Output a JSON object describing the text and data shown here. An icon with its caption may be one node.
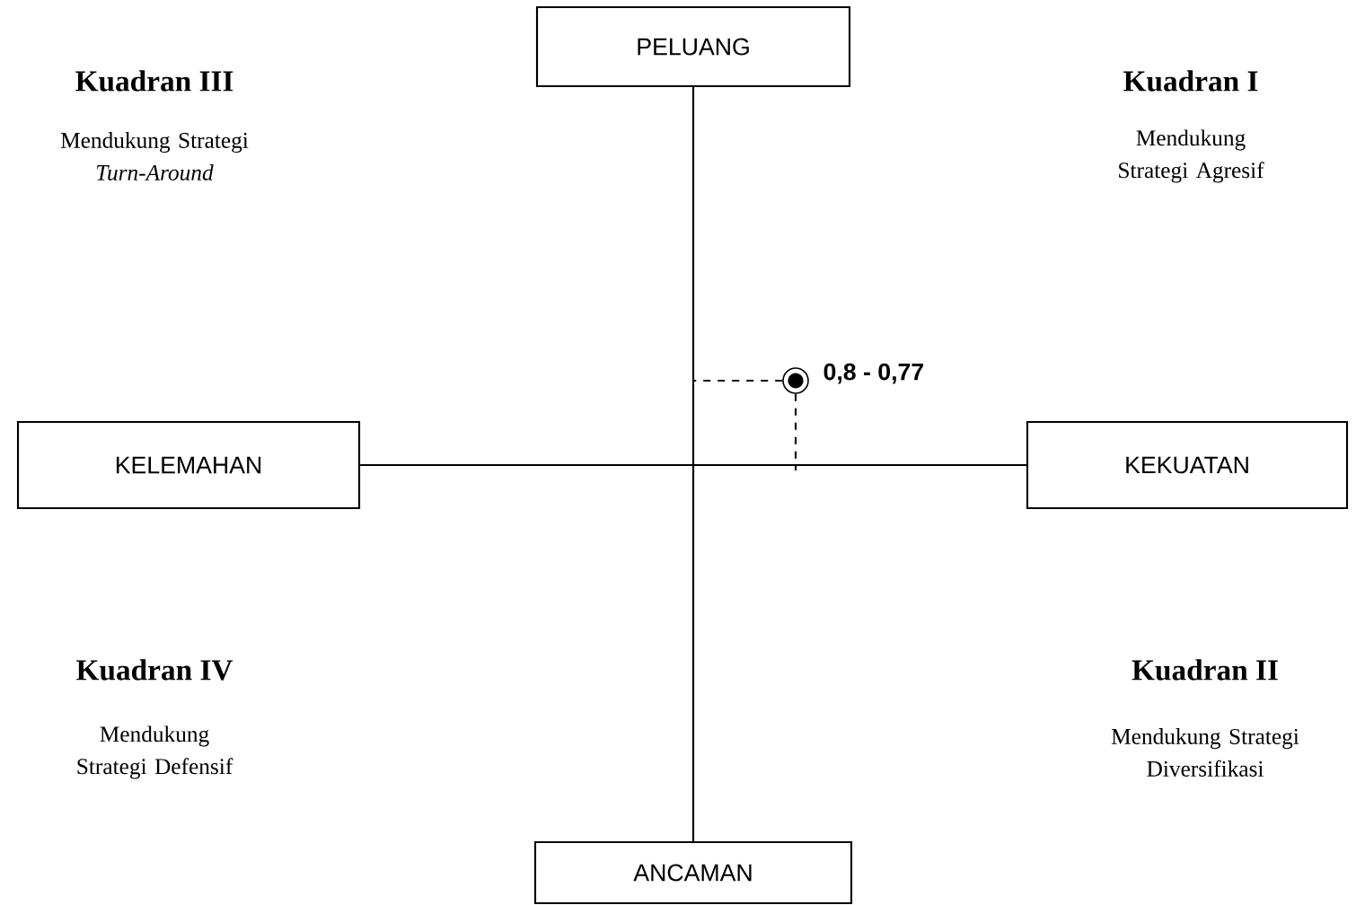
{
  "diagram": {
    "nodes": [
      {
        "text": [
          "PELUANG"
        ]
      },
      {
        "text": [
          "KELEMAHAN"
        ]
      },
      {
        "text": [
          "KEKUATAN"
        ]
      },
      {
        "text": [
          "ANCAMAN"
        ]
      },
      {
        "text": [],
        "shape": "circle",
        "beside": [
          "0,8 - 0,77"
        ]
      }
    ],
    "edges": [
      {
        "from": 0,
        "to": 3,
        "arrow": "none"
      },
      {
        "from": 1,
        "to": 2,
        "arrow": "none"
      },
      {
        "from": 4,
        "to": null,
        "arrow": "none",
        "style": "dashed"
      },
      {
        "from": 4,
        "to": null,
        "arrow": "none",
        "style": "dashed"
      }
    ],
    "labels": [
      "Kuadran III",
      "Mendukung Strategi *Turn-Around*",
      "Kuadran I",
      "Mendukung Strategi Agresif",
      "Kuadran IV",
      "Mendukung Strategi Defensif",
      "Kuadran II",
      "Mendukung Strategi Diversifikasi"
    ]
  }
}
